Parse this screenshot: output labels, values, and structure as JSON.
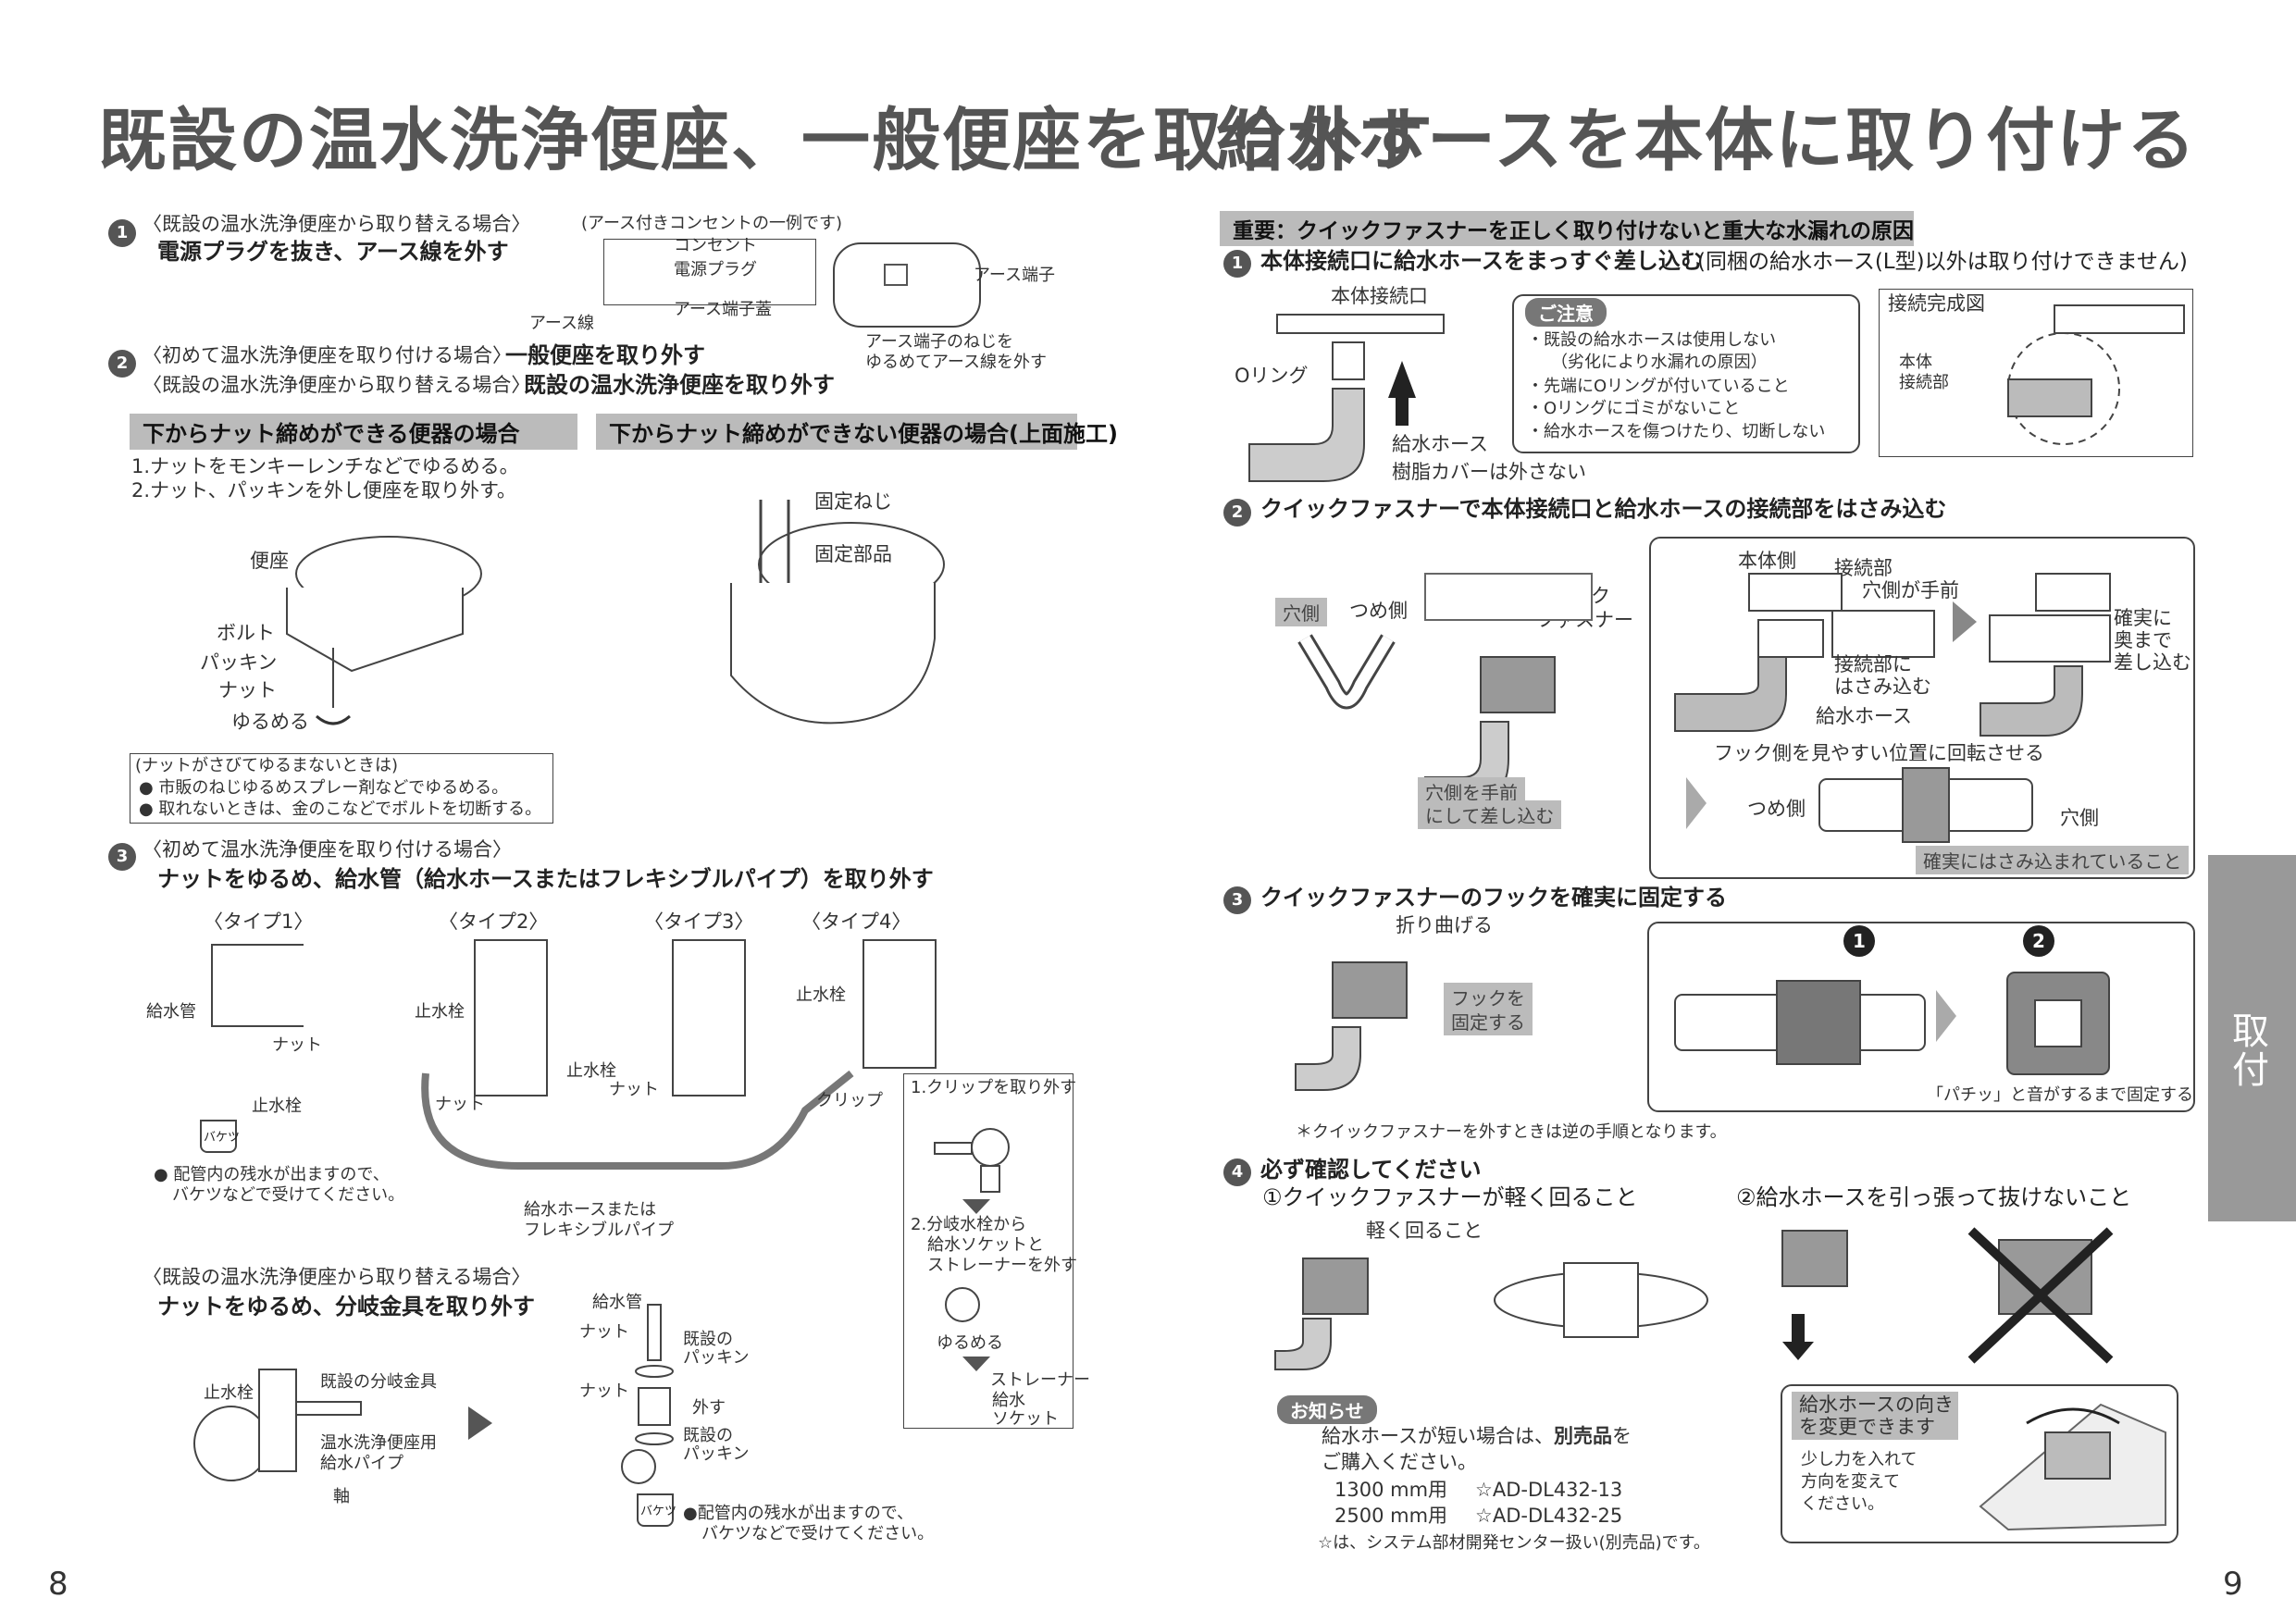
{
  "left": {
    "title": "既設の温水洗浄便座、一般便座を取り外す",
    "step1": {
      "num": "1",
      "condition": "〈既設の温水洗浄便座から取り替える場合〉",
      "action": "電源プラグを抜き、アース線を外す",
      "example_note": "(アース付きコンセントの一例です)",
      "labels": {
        "outlet": "コンセント",
        "plug": "電源プラグ",
        "ground_wire": "アース線",
        "terminal_cover": "アース端子蓋",
        "terminal": "アース端子",
        "loosen_note_1": "アース端子のねじを",
        "loosen_note_2": "ゆるめてアース線を外す"
      }
    },
    "step2": {
      "num": "2",
      "condition_a": "〈初めて温水洗浄便座を取り付ける場合〉",
      "action_a": "一般便座を取り外す",
      "condition_b": "〈既設の温水洗浄便座から取り替える場合〉",
      "action_b": "既設の温水洗浄便座を取り外す",
      "bar_a": "下からナット締めができる便器の場合",
      "bar_b": "下からナット締めができない便器の場合(上面施工)",
      "instructions": [
        "1.ナットをモンキーレンチなどでゆるめる。",
        "2.ナット、パッキンを外し便座を取り外す。"
      ],
      "labels": {
        "seat": "便座",
        "bolt": "ボルト",
        "packing": "パッキン",
        "nut": "ナット",
        "loosen": "ゆるめる",
        "fix_screw": "固定ねじ",
        "fix_part": "固定部品"
      },
      "rust_box": {
        "title": "(ナットがさびてゆるまないときは)",
        "items": [
          "● 市販のねじゆるめスプレー剤などでゆるめる。",
          "● 取れないときは、金のこなどでボルトを切断する。"
        ]
      }
    },
    "step3": {
      "num": "3",
      "condition": "〈初めて温水洗浄便座を取り付ける場合〉",
      "action": "ナットをゆるめ、給水管（給水ホースまたはフレキシブルパイプ）を取り外す",
      "types": [
        "〈タイプ1〉",
        "〈タイプ2〉",
        "〈タイプ3〉",
        "〈タイプ4〉"
      ],
      "labels": {
        "supply_pipe": "給水管",
        "nut": "ナット",
        "stop_valve": "止水栓",
        "bucket": "バケツ",
        "clip": "クリップ",
        "hose_or_pipe_1": "給水ホースまたは",
        "hose_or_pipe_2": "フレキシブルパイプ"
      },
      "note": [
        "● 配管内の残水が出ますので、",
        "バケツなどで受けてください。"
      ],
      "sub_box": {
        "step1": "1.クリップを取り外す",
        "step2": [
          "2.分岐水栓から",
          "給水ソケットと",
          "ストレーナーを外す"
        ],
        "loosen": "ゆるめる",
        "strainer": "ストレーナー",
        "socket": [
          "給水",
          "ソケット"
        ]
      },
      "condition_b": "〈既設の温水洗浄便座から取り替える場合〉",
      "action_b": "ナットをゆるめ、分岐金具を取り外す",
      "labels_b": {
        "stop_valve": "止水栓",
        "branch_fitting": "既設の分岐金具",
        "seat_pipe_1": "温水洗浄便座用",
        "seat_pipe_2": "給水パイプ",
        "shaft": "軸",
        "supply_pipe": "給水管",
        "nut": "ナット",
        "existing_packing_1": "既設の",
        "existing_packing_2": "パッキン",
        "remove": "外す"
      },
      "note_b": [
        "●配管内の残水が出ますので、",
        "バケツなどで受けてください。"
      ]
    },
    "page_number": "8"
  },
  "right": {
    "title": "給水ホースを本体に取り付ける",
    "important_bar": "重要：クイックファスナーを正しく取り付けないと重大な水漏れの原因",
    "step1": {
      "num": "1",
      "action": "本体接続口に給水ホースをまっすぐ差し込む",
      "action_note": "(同梱の給水ホース(L型)以外は取り付けできません)",
      "labels": {
        "inlet": "本体接続口",
        "oring": "Oリング",
        "hose": "給水ホース",
        "cover": "樹脂カバーは外さない"
      },
      "caution": {
        "title": "ご注意",
        "items": [
          "・既設の給水ホースは使用しない",
          "（劣化により水漏れの原因）",
          "・先端にOリングが付いていること",
          "・Oリングにゴミがないこと",
          "・給水ホースを傷つけたり、切断しない"
        ]
      },
      "done": {
        "title": "接続完成図",
        "label_1": "本体",
        "label_2": "接続部"
      }
    },
    "step2": {
      "num": "2",
      "action": "クイックファスナーで本体接続口と給水ホースの接続部をはさみ込む",
      "labels": {
        "hole_side": "穴側",
        "claw_side": "つめ側",
        "quick_1": "クイック",
        "quick_2": "ファスナー",
        "insert_note_1": "穴側を手前",
        "insert_note_2": "にして差し込む",
        "body_side": "本体側",
        "joint": "接続部",
        "hole_front": "穴側が手前",
        "clamp_1": "接続部に",
        "clamp_2": "はさみ込む",
        "hose": "給水ホース",
        "deep_1": "確実に",
        "deep_2": "奥まで",
        "deep_3": "差し込む",
        "rotate": "フック側を見やすい位置に回転させる",
        "claw": "つめ側",
        "hole": "穴側",
        "confirm": "確実にはさみ込まれていること"
      }
    },
    "step3": {
      "num": "3",
      "action": "クイックファスナーのフックを確実に固定する",
      "labels": {
        "bend": "折り曲げる",
        "hook_1": "フックを",
        "hook_2": "固定する",
        "click": "「パチッ」と音がするまで固定する",
        "m1": "1",
        "m2": "2"
      },
      "note": "＊クイックファスナーを外すときは逆の手順となります。"
    },
    "step4": {
      "num": "4",
      "action": "必ず確認してください",
      "check1": "①クイックファスナーが軽く回ること",
      "check2": "②給水ホースを引っ張って抜けないこと",
      "rotate_light": "軽く回ること",
      "notice": {
        "title": "お知らせ",
        "line1": "給水ホースが短い場合は、",
        "line1_bold": "別売品",
        "line1_end": "を",
        "line2": "ご購入ください。",
        "items": [
          {
            "len": "1300 mm用",
            "code": "☆AD-DL432-13"
          },
          {
            "len": "2500 mm用",
            "code": "☆AD-DL432-25"
          }
        ],
        "footnote": "☆は、システム部材開発センター扱い(別売品)です。"
      },
      "direction": {
        "title_1": "給水ホースの向き",
        "title_2": "を変更できます",
        "text": [
          "少し力を入れて",
          "方向を変えて",
          "ください。"
        ]
      }
    },
    "side_tab": [
      "取",
      "付"
    ],
    "page_number": "9"
  }
}
